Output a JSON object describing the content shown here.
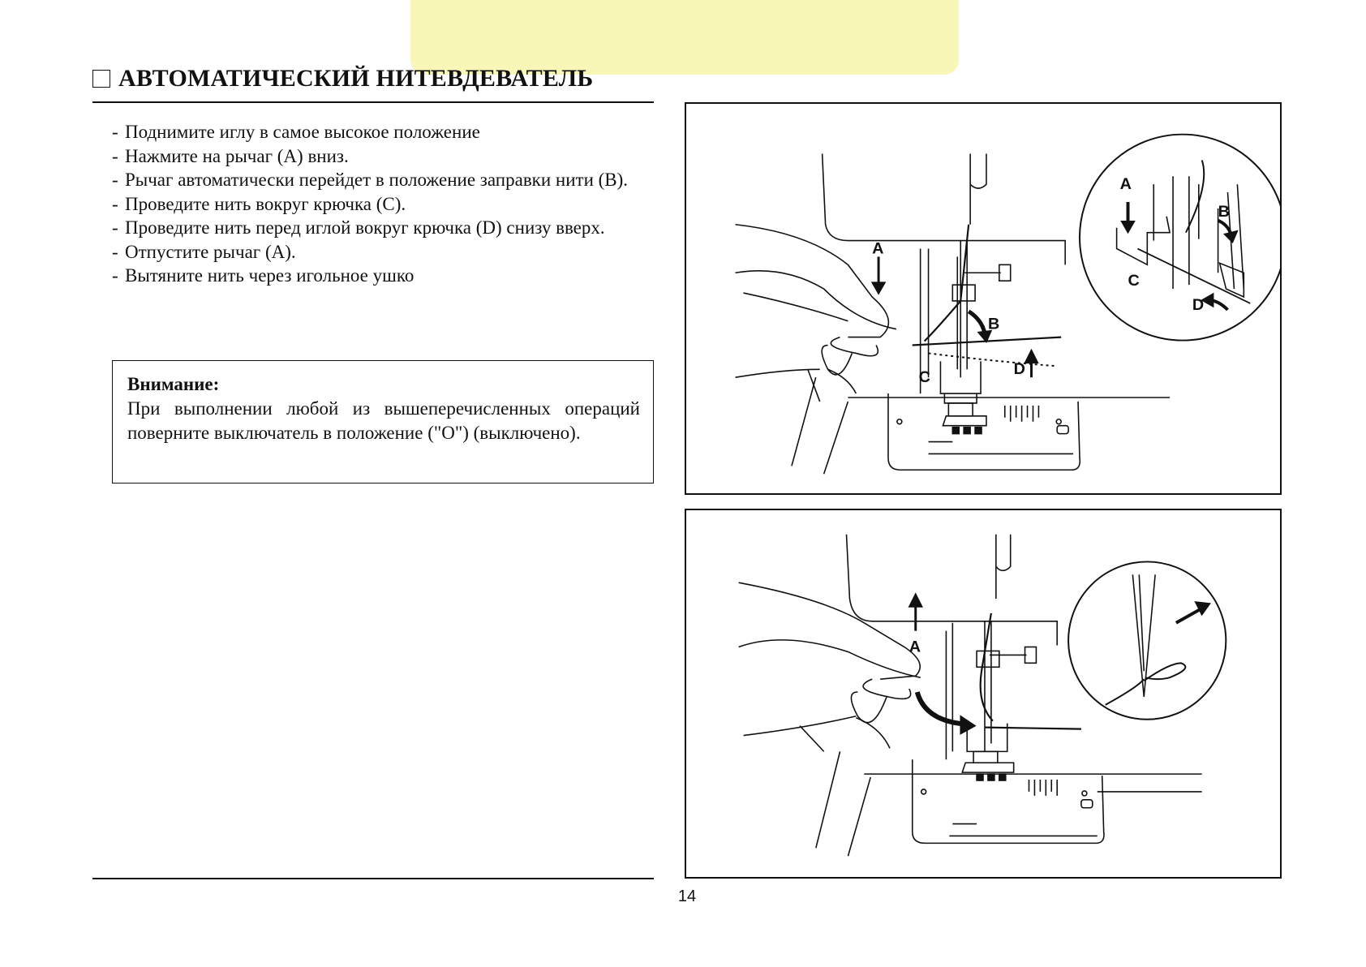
{
  "header": {
    "title": "АВТОМАТИЧЕСКИЙ НИТЕВДЕВАТЕЛЬ"
  },
  "instructions": [
    {
      "dash": "-",
      "text": "Поднимите иглу в самое высокое положение"
    },
    {
      "dash": "-",
      "text": "Нажмите на рычаг (A) вниз."
    },
    {
      "dash": "-",
      "text": "Рычаг автоматически перейдет в положение заправки нити (B)."
    },
    {
      "dash": "-",
      "text": "Проведите нить вокруг крючка (C)."
    },
    {
      "dash": "-",
      "text": "Проведите нить перед иглой вокруг крючка (D)  снизу вверх."
    },
    {
      "dash": "-",
      "text": "Отпустите рычаг (A)."
    },
    {
      "dash": "-",
      "text": "Вытяните нить через игольное ушко"
    }
  ],
  "note": {
    "title": "Внимание:",
    "text": "При выполнении любой из вышеперечисленных операций поверните выключатель в положение (\"O\") (выключено)."
  },
  "figure1": {
    "labels": {
      "a_main": "A",
      "b_main": "B",
      "c_main": "C",
      "d_main": "D",
      "a_zoom": "A",
      "b_zoom": "B",
      "c_zoom": "C",
      "d_zoom": "D"
    }
  },
  "figure2": {
    "labels": {
      "a_main": "A"
    }
  },
  "footer": {
    "page_number": "14"
  },
  "colors": {
    "tab_highlight": "#f9f7b8",
    "ink": "#111111"
  }
}
